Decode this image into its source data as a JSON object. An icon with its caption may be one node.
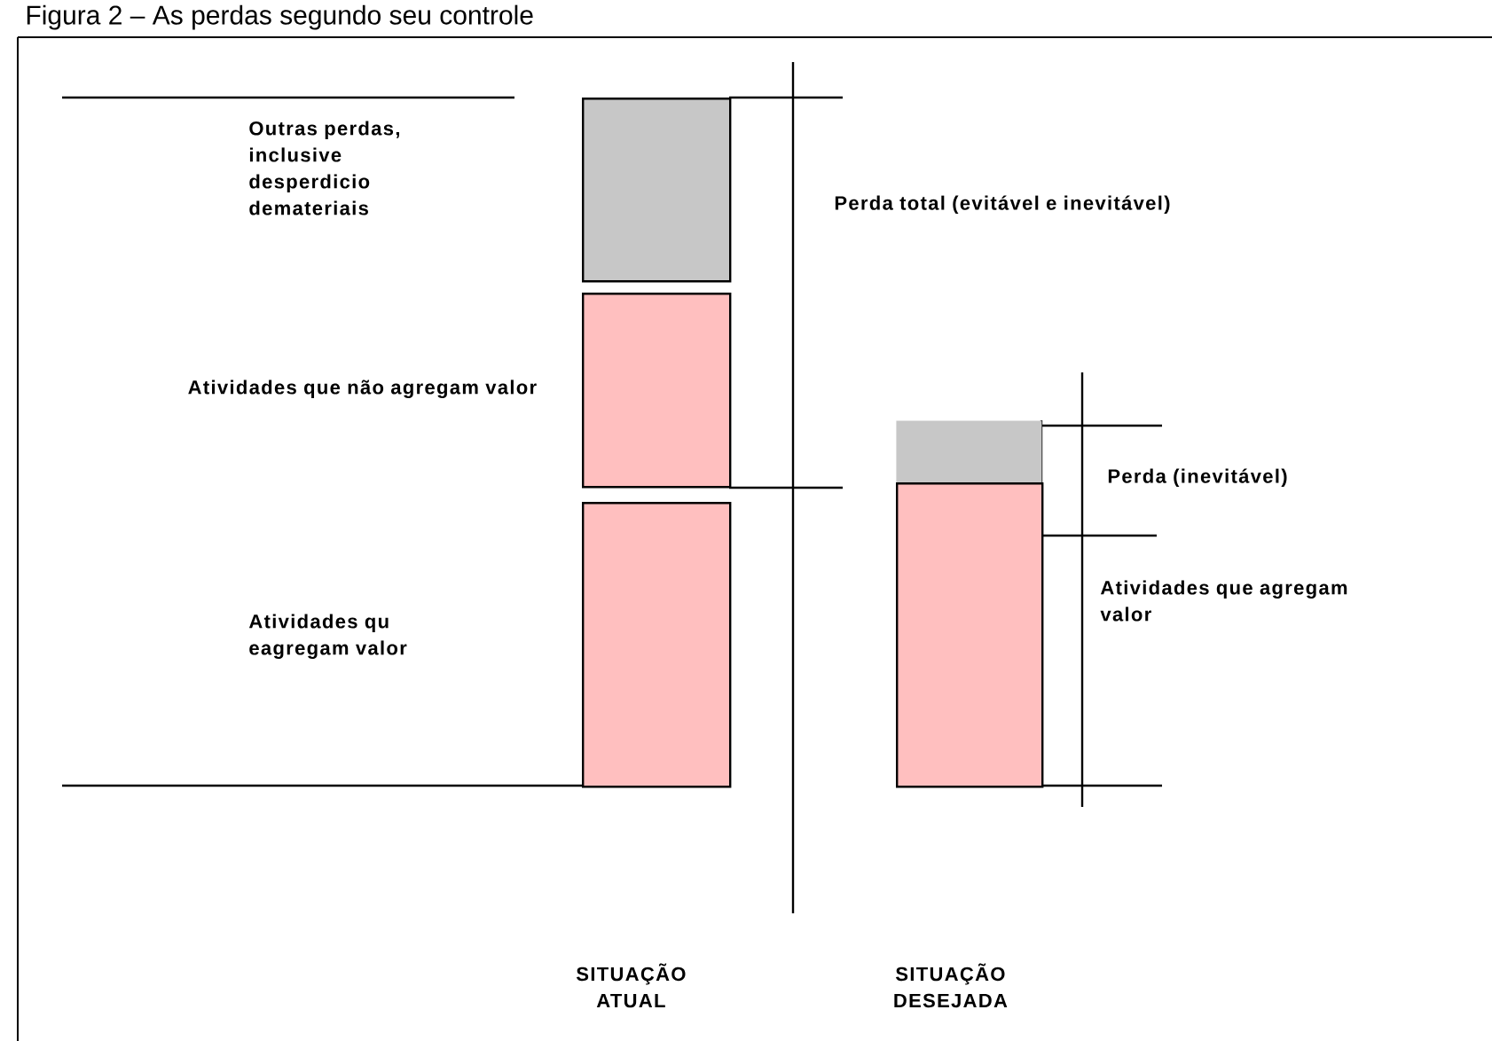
{
  "diagram": {
    "title": "Figura 2 – As perdas segundo seu controle",
    "nodes": [
      {
        "text": [],
        "shape": "bar"
      },
      {
        "text": [],
        "shape": "bar",
        "beside": [
          "Atividades que não agregam valor"
        ]
      },
      {
        "text": [],
        "shape": "bar"
      },
      {
        "text": [],
        "shape": "bar",
        "beside": [
          "Perda (inevitável)"
        ]
      },
      {
        "text": [],
        "shape": "bar",
        "beside": [
          "Atividades que agregam valor"
        ]
      }
    ],
    "labels": [
      "Outras perdas, inclusive desperdicio demateriais",
      "Perda total (evitável e inevitável)",
      "Atividades qu eagregam valor",
      "SITUAÇÃO ATUAL",
      "SITUAÇÃO DESEJADA"
    ]
  }
}
